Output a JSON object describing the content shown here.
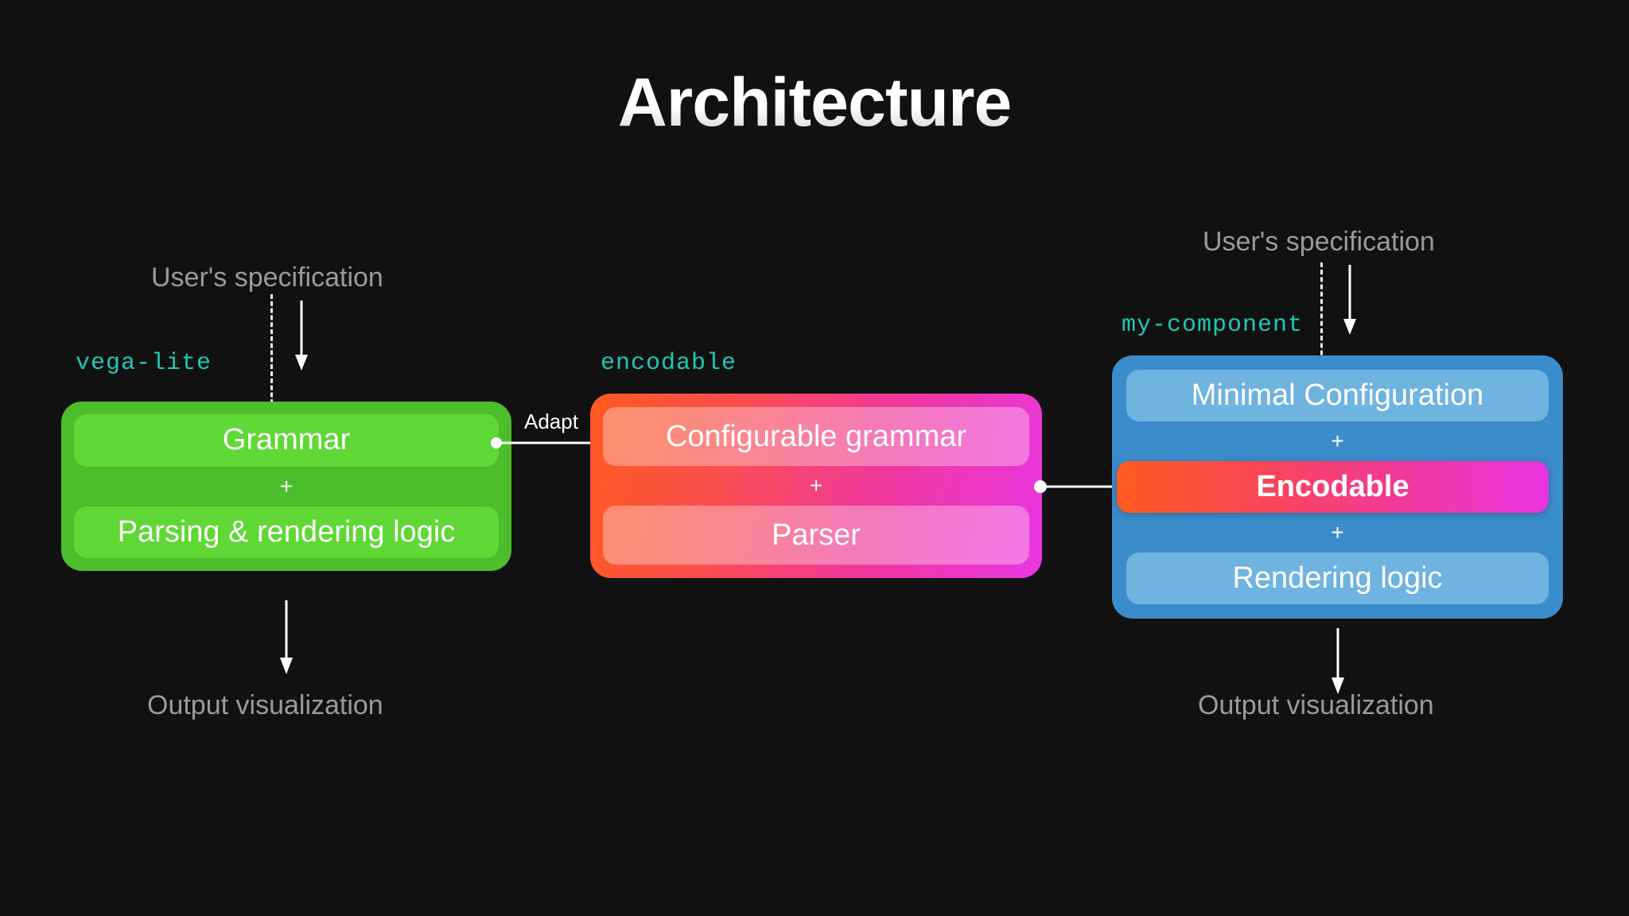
{
  "slide": {
    "title": "Architecture",
    "background_color": "#111111"
  },
  "colors": {
    "accent_teal": "#1ec8b6",
    "gray_text": "#9a9a9a",
    "green_outer": "#4cbd2b",
    "green_inner": "#5fd835",
    "blue_outer": "#3b8cca",
    "blue_inner": "#6fb3e0",
    "gradient_start": "#ff5a1f",
    "gradient_end": "#e935e3",
    "arrow": "#ffffff"
  },
  "left_column": {
    "input_label": "User's specification",
    "tag": "vega-lite",
    "panels": [
      {
        "label": "Grammar"
      },
      {
        "label": "Parsing & rendering logic"
      }
    ],
    "separator": "+",
    "output_label": "Output visualization"
  },
  "middle_column": {
    "tag": "encodable",
    "connector_label": "Adapt",
    "panels": [
      {
        "label": "Configurable grammar"
      },
      {
        "label": "Parser"
      }
    ],
    "separator": "+"
  },
  "right_column": {
    "input_label": "User's specification",
    "tag": "my-component",
    "panels": [
      {
        "label": "Minimal Configuration"
      },
      {
        "label": "Encodable"
      },
      {
        "label": "Rendering logic"
      }
    ],
    "separator": "+",
    "output_label": "Output visualization"
  }
}
